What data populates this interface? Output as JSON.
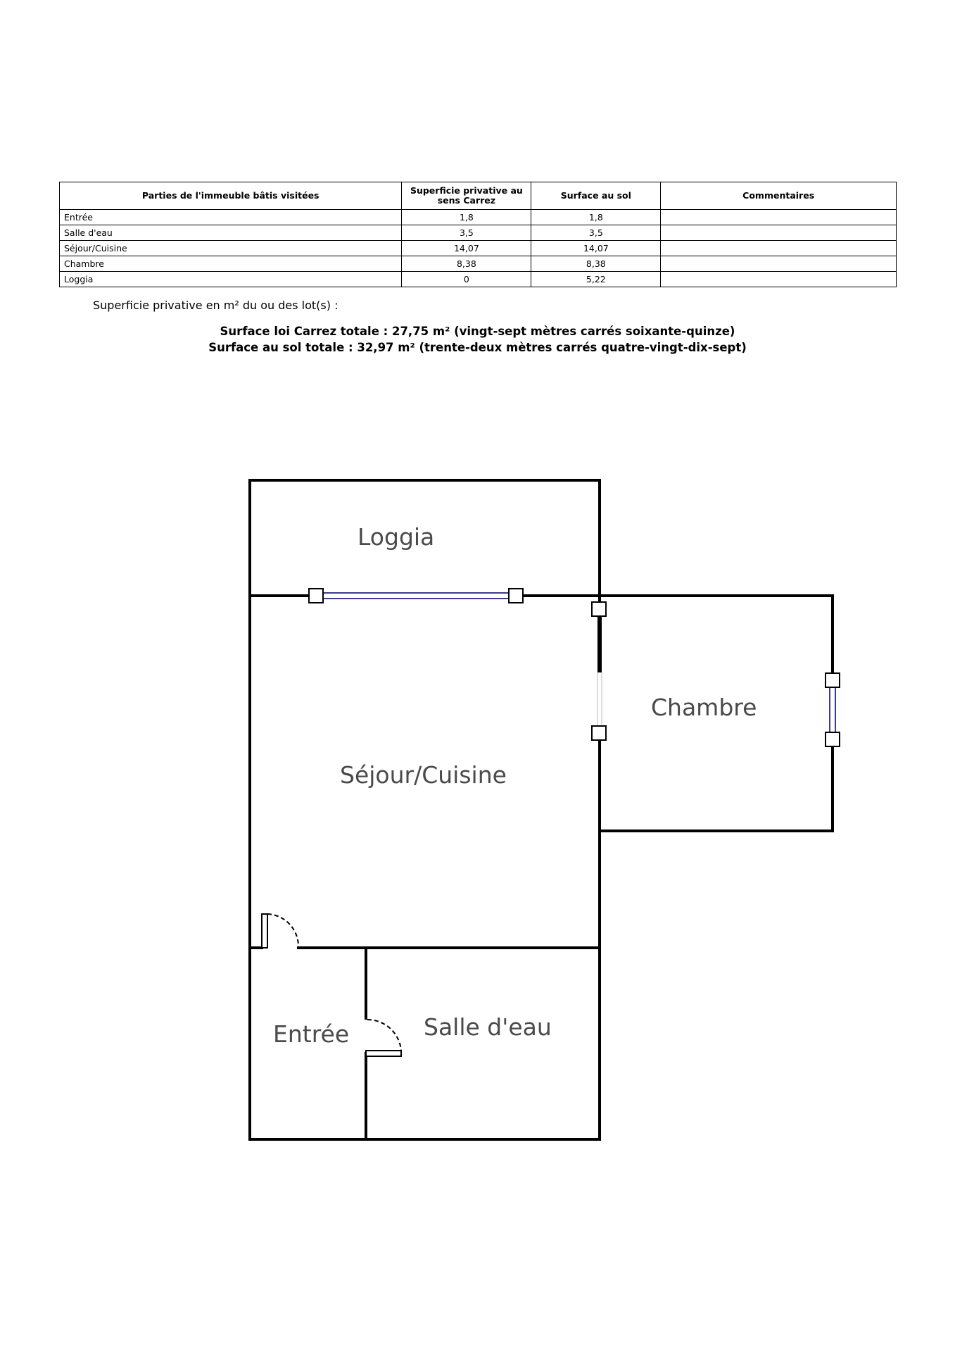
{
  "table": {
    "headers": [
      "Parties de l'immeuble bâtis visitées",
      "Superficie privative au sens Carrez",
      "Surface au sol",
      "Commentaires"
    ],
    "rows": [
      {
        "name": "Entrée",
        "carrez": "1,8",
        "sol": "1,8",
        "comment": ""
      },
      {
        "name": "Salle d'eau",
        "carrez": "3,5",
        "sol": "3,5",
        "comment": ""
      },
      {
        "name": "Séjour/Cuisine",
        "carrez": "14,07",
        "sol": "14,07",
        "comment": ""
      },
      {
        "name": "Chambre",
        "carrez": "8,38",
        "sol": "8,38",
        "comment": ""
      },
      {
        "name": "Loggia",
        "carrez": "0",
        "sol": "5,22",
        "comment": ""
      }
    ]
  },
  "subtitle": "Superficie privative en m² du ou des lot(s) :",
  "totals": {
    "carrez": "Surface loi Carrez totale : 27,75 m² (vingt-sept mètres carrés soixante-quinze)",
    "sol": "Surface au sol totale : 32,97 m² (trente-deux mètres carrés quatre-vingt-dix-sept)"
  },
  "plan": {
    "rooms": {
      "loggia": "Loggia",
      "sejour": "Séjour/Cuisine",
      "chambre": "Chambre",
      "entree": "Entrée",
      "salle_eau": "Salle d'eau"
    },
    "colors": {
      "wall": "#000000",
      "window": "#3b3b8f",
      "label": "#4a4a4a"
    }
  }
}
